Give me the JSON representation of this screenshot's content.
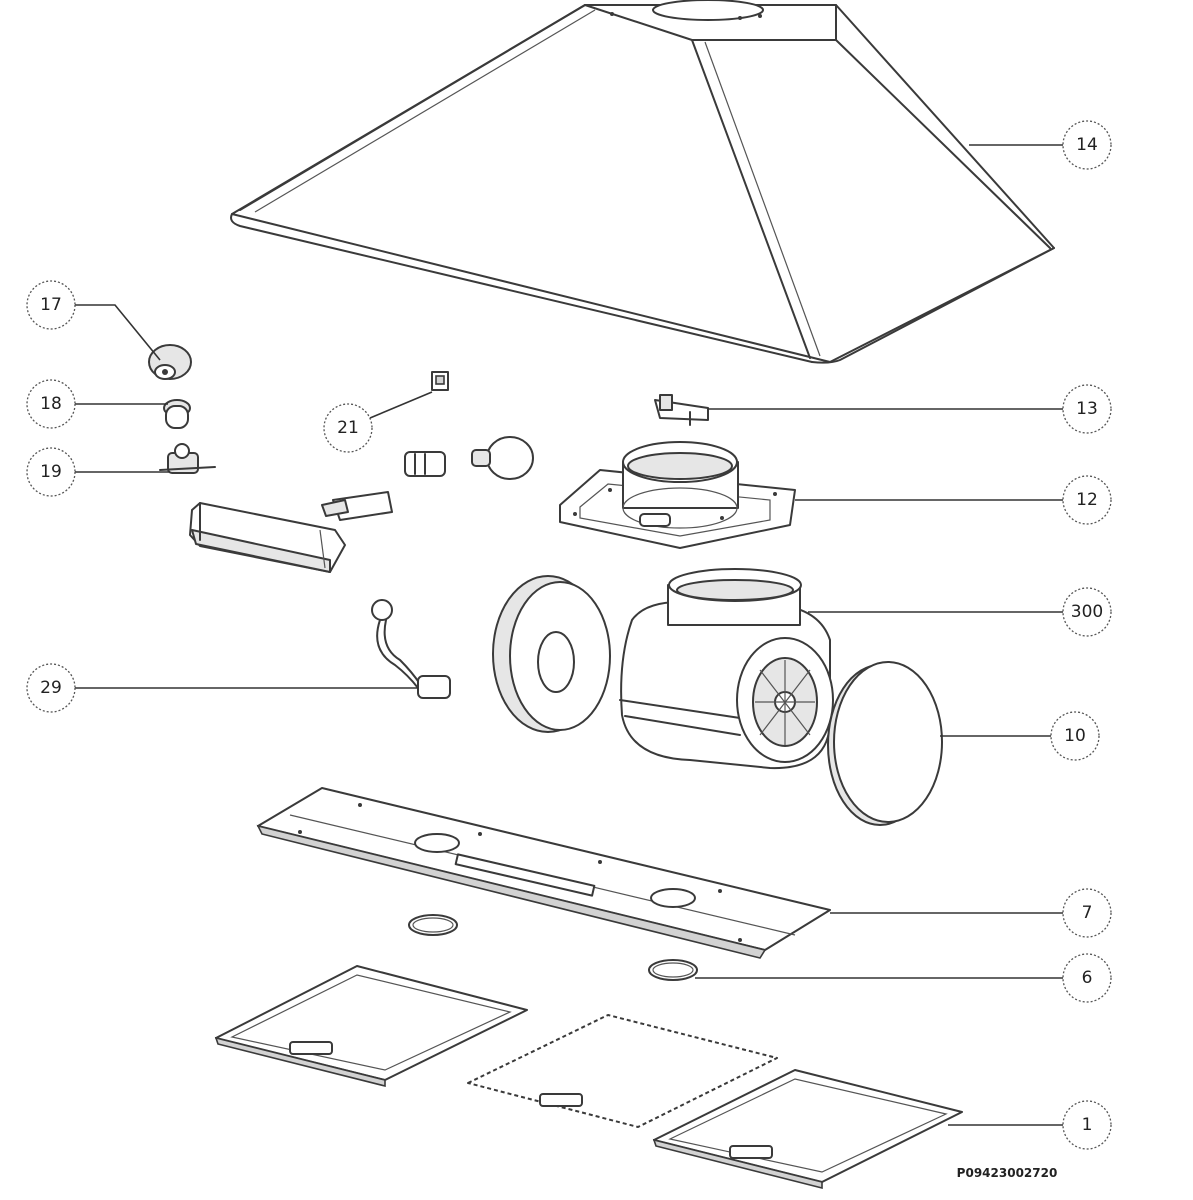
{
  "diagram": {
    "callouts": [
      {
        "id": "14",
        "label": "14"
      },
      {
        "id": "17",
        "label": "17"
      },
      {
        "id": "18",
        "label": "18"
      },
      {
        "id": "19",
        "label": "19"
      },
      {
        "id": "21",
        "label": "21"
      },
      {
        "id": "13",
        "label": "13"
      },
      {
        "id": "12",
        "label": "12"
      },
      {
        "id": "300",
        "label": "300"
      },
      {
        "id": "29",
        "label": "29"
      },
      {
        "id": "10",
        "label": "10"
      },
      {
        "id": "7",
        "label": "7"
      },
      {
        "id": "6",
        "label": "6"
      },
      {
        "id": "1",
        "label": "1"
      }
    ],
    "drawing_code": "P09423002720"
  }
}
